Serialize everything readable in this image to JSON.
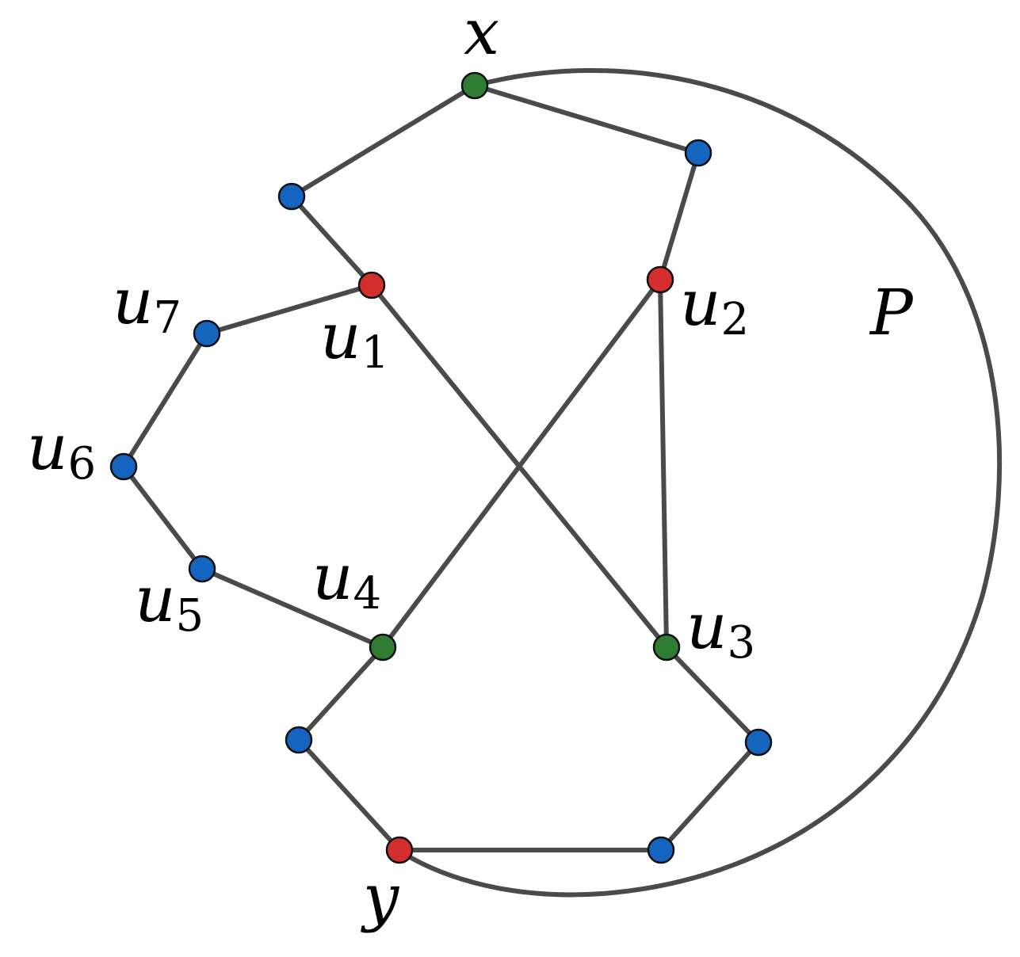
{
  "colors": {
    "edge": "#4a4a4a",
    "green": "#2e7d32",
    "red": "#d32f2f",
    "blue": "#1565c0"
  },
  "vertices": [
    {
      "id": "x",
      "color": "green"
    },
    {
      "id": "a",
      "color": "blue"
    },
    {
      "id": "b",
      "color": "blue"
    },
    {
      "id": "u1",
      "color": "red"
    },
    {
      "id": "u2",
      "color": "red"
    },
    {
      "id": "u7",
      "color": "blue"
    },
    {
      "id": "u6",
      "color": "blue"
    },
    {
      "id": "u5",
      "color": "blue"
    },
    {
      "id": "u4",
      "color": "green"
    },
    {
      "id": "u3",
      "color": "green"
    },
    {
      "id": "c",
      "color": "blue"
    },
    {
      "id": "d",
      "color": "blue"
    },
    {
      "id": "e",
      "color": "blue"
    },
    {
      "id": "y",
      "color": "red"
    }
  ],
  "edges": [
    [
      "x",
      "a"
    ],
    [
      "x",
      "b"
    ],
    [
      "a",
      "u1"
    ],
    [
      "b",
      "u2"
    ],
    [
      "u1",
      "u7"
    ],
    [
      "u7",
      "u6"
    ],
    [
      "u6",
      "u5"
    ],
    [
      "u5",
      "u4"
    ],
    [
      "u1",
      "u3"
    ],
    [
      "u2",
      "u4"
    ],
    [
      "u2",
      "u3"
    ],
    [
      "u4",
      "c"
    ],
    [
      "c",
      "y"
    ],
    [
      "y",
      "e"
    ],
    [
      "e",
      "d"
    ],
    [
      "d",
      "u3"
    ]
  ],
  "labels": {
    "x": {
      "main": "x",
      "sub": ""
    },
    "y": {
      "main": "y",
      "sub": ""
    },
    "P": {
      "main": "P",
      "sub": ""
    },
    "u1": {
      "main": "u",
      "sub": "1"
    },
    "u2": {
      "main": "u",
      "sub": "2"
    },
    "u3": {
      "main": "u",
      "sub": "3"
    },
    "u4": {
      "main": "u",
      "sub": "4"
    },
    "u5": {
      "main": "u",
      "sub": "5"
    },
    "u6": {
      "main": "u",
      "sub": "6"
    },
    "u7": {
      "main": "u",
      "sub": "7"
    }
  }
}
